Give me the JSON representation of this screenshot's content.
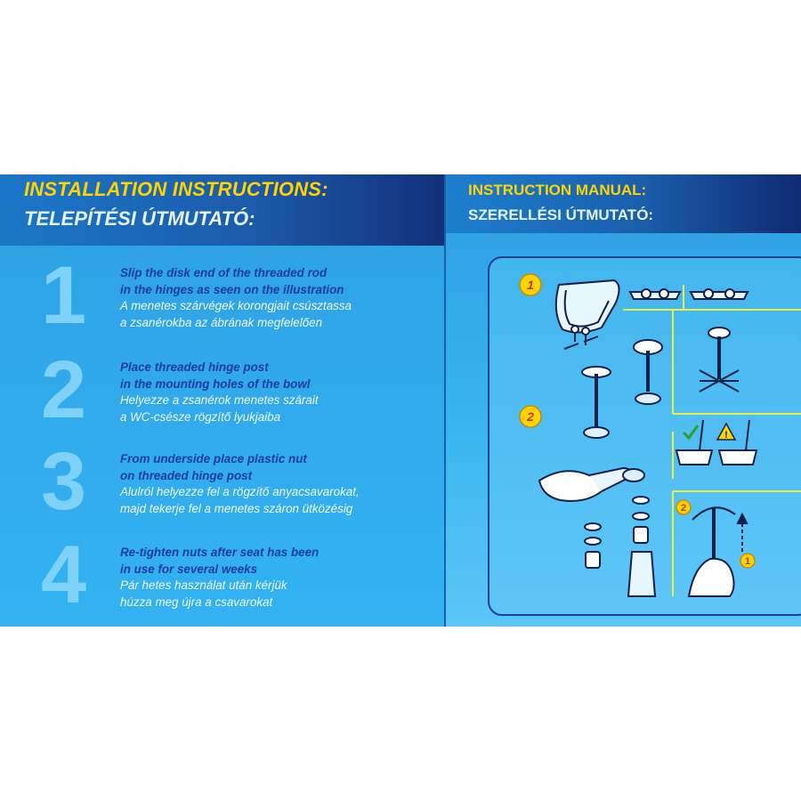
{
  "left": {
    "title_en": "INSTALLATION  INSTRUCTIONS:",
    "title_hu": "TELEPÍTÉSI ÚTMUTATÓ:",
    "steps": [
      {
        "number": "1",
        "en_1": "Slip the disk end of the threaded rod",
        "en_2": "in the hinges as seen on the illustration",
        "hu_1": "A menetes szárvégek korongjait csúsztassa",
        "hu_2": "a zsanérokba az ábrának megfelelően"
      },
      {
        "number": "2",
        "en_1": "Place threaded hinge post",
        "en_2": "in the mounting holes of the bowl",
        "hu_1": "Helyezze a zsanérok menetes szárait",
        "hu_2": "a WC-csésze rögzítő lyukjaiba"
      },
      {
        "number": "3",
        "en_1": "From underside place plastic nut",
        "en_2": "on threaded hinge post",
        "hu_1": "Alulról helyezze fel a rögzítő anyacsavarokat,",
        "hu_2": "majd tekerje fel a menetes száron ütközésig"
      },
      {
        "number": "4",
        "en_1": "Re-tighten nuts after seat has been",
        "en_2": "in use for several weeks",
        "hu_1": "Pár hetes használat után kérjük",
        "hu_2": "húzza meg újra a csavarokat"
      }
    ]
  },
  "right": {
    "title_en": "INSTRUCTION MANUAL:",
    "title_hu": "SZERELLÉSI ÚTMUTATÓ:",
    "diagram": {
      "badge_1": "1",
      "badge_2": "2",
      "sub_badge_2": "2",
      "sub_badge_1": "1",
      "ok_icon": "check-icon",
      "warning_icon": "warning-icon",
      "accent_yellow": "#ffd400",
      "line_green": "#e6f04a"
    }
  },
  "colors": {
    "panel_blue": "#33b3f2",
    "header_navy": "#14307a",
    "title_yellow": "#ffd400",
    "text_navy": "#1d3d9a",
    "number_light": "#7fd2f7"
  }
}
